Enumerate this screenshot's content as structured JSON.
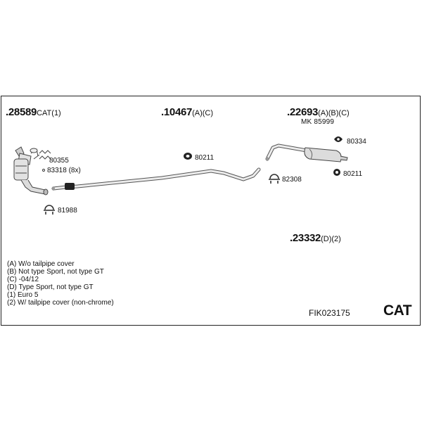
{
  "parts": {
    "p28589": {
      "num": ".28589",
      "suffix": "CAT(1)"
    },
    "p10467": {
      "num": ".10467",
      "suffix": "(A)(C)"
    },
    "p22693": {
      "num": ".22693",
      "suffix": "(A)(B)(C)",
      "kit": "MK 85999"
    },
    "p23332": {
      "num": ".23332",
      "suffix": "(D)(2)"
    }
  },
  "small_parts": {
    "n80355": "80355",
    "n83318": "83318 (8x)",
    "n81988": "81988",
    "n80211a": "80211",
    "n80334": "80334",
    "n82308": "82308",
    "n80211b": "80211"
  },
  "notes": [
    "(A) W/o tailpipe cover",
    "(B) Not type Sport, not type GT",
    "(C) -04/12",
    "(D) Type Sport, not type GT",
    "(1) Euro 5",
    "(2) W/ tailpipe cover (non-chrome)"
  ],
  "code": "FIK023175",
  "category": "CAT"
}
